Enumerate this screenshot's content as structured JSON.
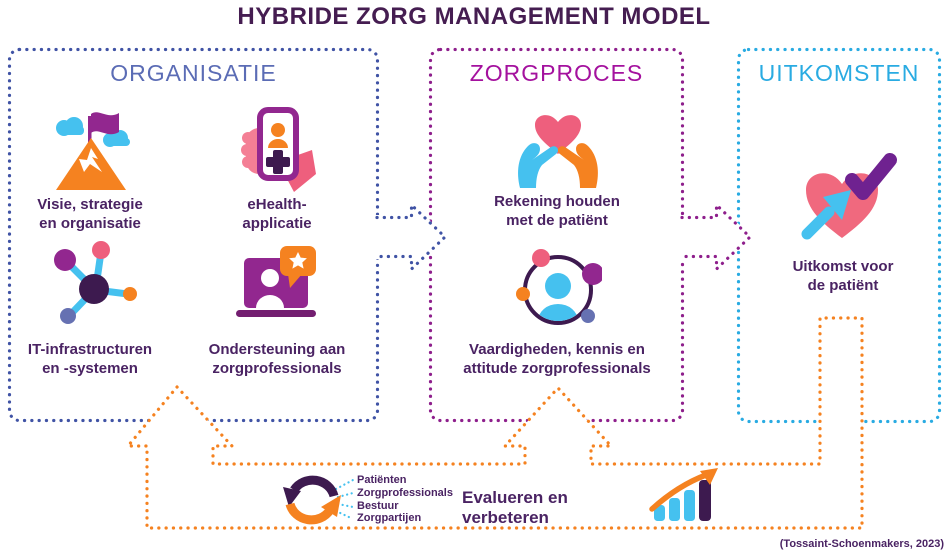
{
  "title": "HYBRIDE ZORG MANAGEMENT MODEL",
  "boxes": {
    "organisatie": {
      "title": "ORGANISATIE",
      "border_color": "#4053a5",
      "items": [
        {
          "icon": "mountain-flag-icon",
          "label": "Visie, strategie\nen organisatie"
        },
        {
          "icon": "ehealth-app-icon",
          "label": "eHealth-\napplicatie"
        },
        {
          "icon": "it-network-icon",
          "label": "IT-infrastructuren\nen -systemen"
        },
        {
          "icon": "laptop-support-icon",
          "label": "Ondersteuning aan\nzorgprofessionals"
        }
      ]
    },
    "zorgproces": {
      "title": "ZORGPROCES",
      "border_color": "#8e1f8c",
      "items": [
        {
          "icon": "hands-heart-icon",
          "label": "Rekening houden\nmet de patiënt"
        },
        {
          "icon": "person-circle-icon",
          "label": "Vaardigheden, kennis en\nattitude zorgprofessionals"
        }
      ]
    },
    "uitkomsten": {
      "title": "UITKOMSTEN",
      "border_color": "#29abe2",
      "items": [
        {
          "icon": "heart-check-arrow-icon",
          "label": "Uitkomst voor\nde patiënt"
        }
      ]
    }
  },
  "flows": [
    {
      "from": "ORGANISATIE",
      "to": "ZORGPROCES",
      "style": "dotted-block-arrow",
      "color": "#4053a5"
    },
    {
      "from": "ZORGPROCES",
      "to": "UITKOMSTEN",
      "style": "dotted-block-arrow",
      "color": "#8e1f8c"
    },
    {
      "from": "UITKOMSTEN",
      "to": "ORGANISATIE en ZORGPROCES",
      "style": "dotted-feedback-loop",
      "color": "#f58220"
    }
  ],
  "feedback": {
    "evaluate_label": "Evalueren en verbeteren",
    "cycle_icon": "circular-arrows-icon",
    "growth_icon": "bar-chart-growth-icon",
    "stakeholders": [
      "Patiënten",
      "Zorgprofessionals",
      "Bestuur",
      "Zorgpartijen"
    ]
  },
  "attribution": "(Tossaint-Schoenmakers, 2023)",
  "colors": {
    "title_text": "#451d51",
    "label_text": "#4a2363",
    "navy": "#4053a5",
    "periwinkle_title": "#5b6cb5",
    "magenta_purple": "#8e1f8c",
    "bright_purple_title": "#a4119e",
    "cyan": "#29abe2",
    "orange": "#f58220",
    "pink": "#ee5f7d",
    "salmon_heart": "#f0697e",
    "light_blue": "#45c1ef",
    "dark_plum": "#3d1a4f",
    "slate_blue": "#6671b2"
  }
}
